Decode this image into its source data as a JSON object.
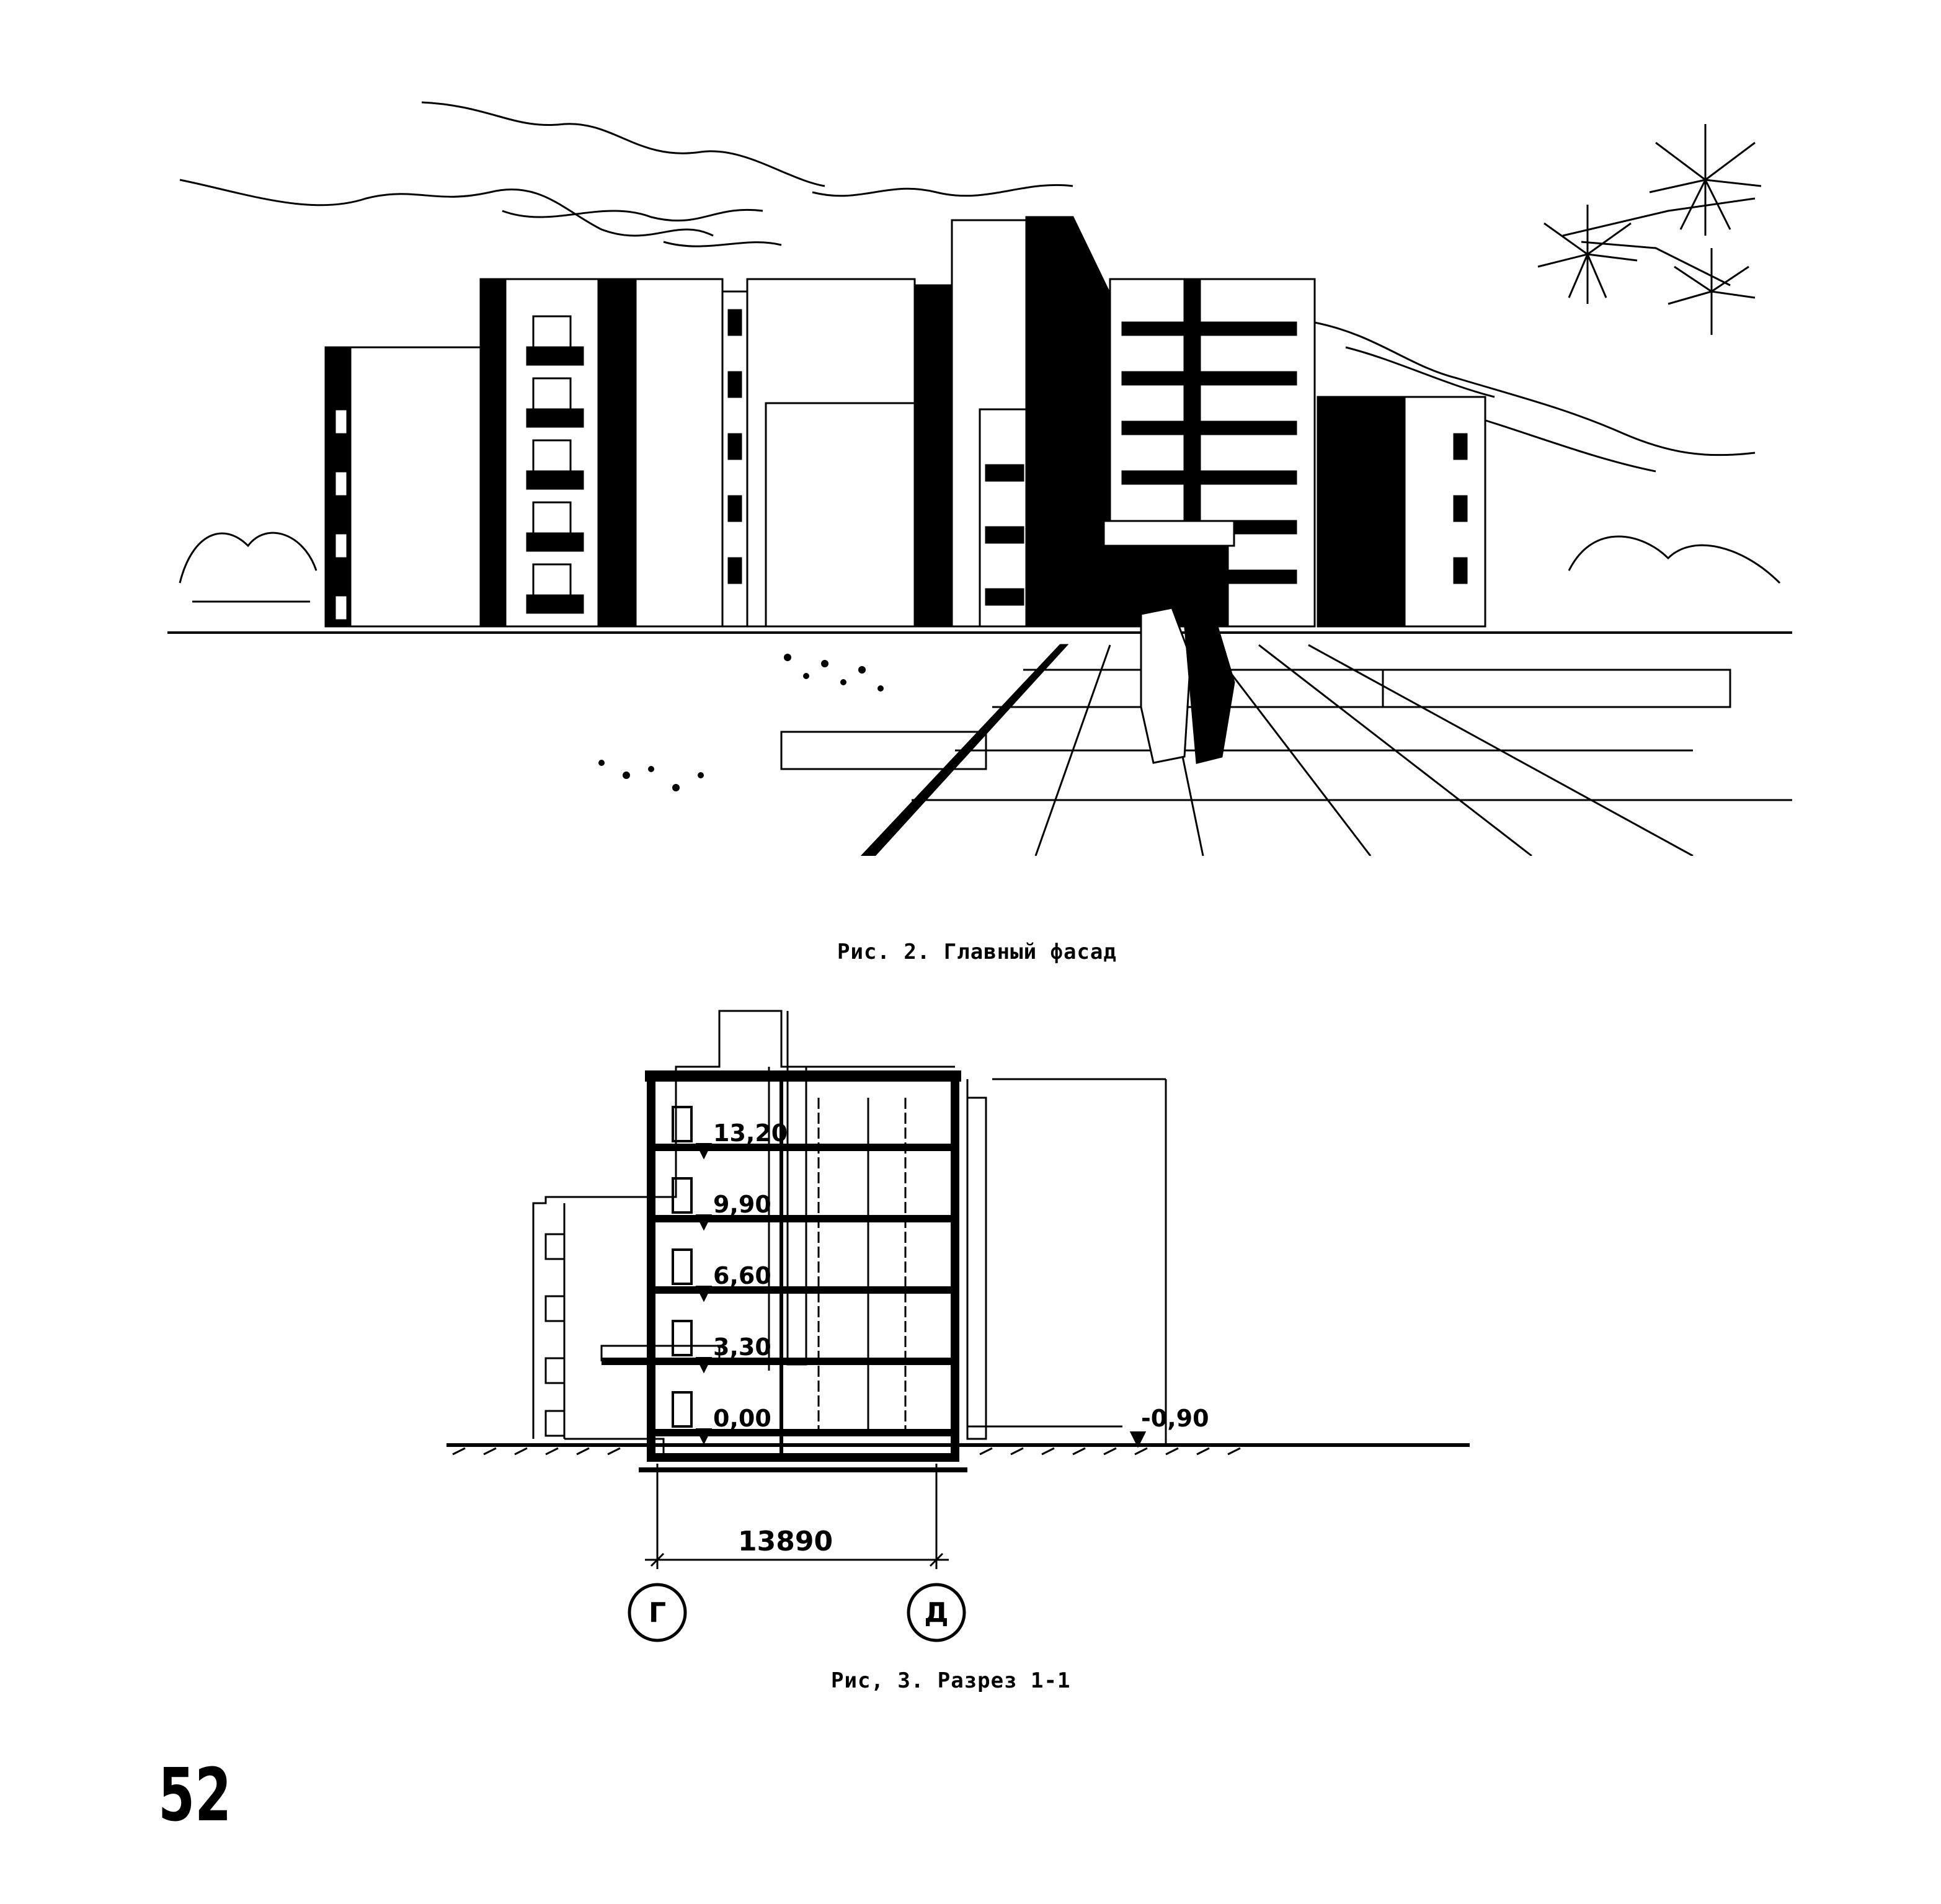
{
  "figure2": {
    "caption": "Рис. 2. Главный фасад"
  },
  "figure3": {
    "caption": "Рис, 3. Разрез 1-1",
    "elevations": [
      "13,20",
      "9,90",
      "6,60",
      "3,30",
      "0,00"
    ],
    "ground_mark": "-0,90",
    "dimension": "13890",
    "axes": [
      "Г",
      "Д"
    ]
  },
  "page_number": "52"
}
